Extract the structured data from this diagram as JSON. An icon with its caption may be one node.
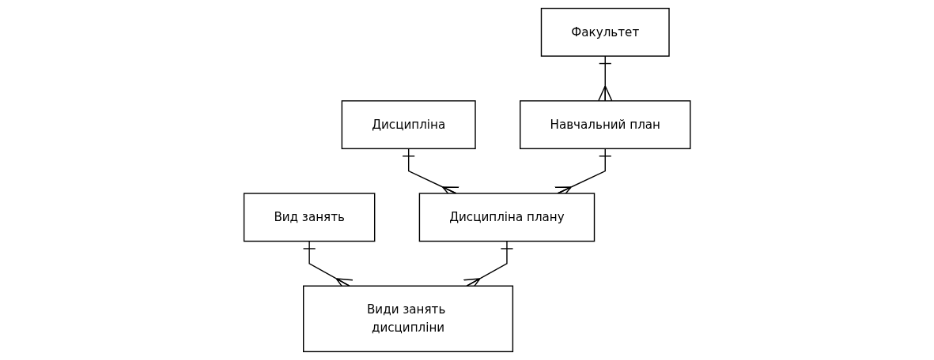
{
  "diagram": {
    "nodes": [
      {
        "text": [
          "Факультет"
        ]
      },
      {
        "text": [
          "Дисципліна"
        ]
      },
      {
        "text": [
          "Вид занять"
        ]
      },
      {
        "text": [
          "Навчальний план"
        ]
      },
      {
        "text": [
          "Дисципліна плану"
        ]
      },
      {
        "text": [
          "Види занять дисципліни"
        ]
      }
    ],
    "edges": [
      {
        "from": 0,
        "to": 3,
        "arrow": "other"
      },
      {
        "from": 1,
        "to": 4,
        "arrow": "other"
      },
      {
        "from": 2,
        "to": 5,
        "arrow": "other"
      },
      {
        "from": 3,
        "to": 4,
        "arrow": "other"
      },
      {
        "from": 4,
        "to": 5,
        "arrow": "other"
      }
    ]
  }
}
